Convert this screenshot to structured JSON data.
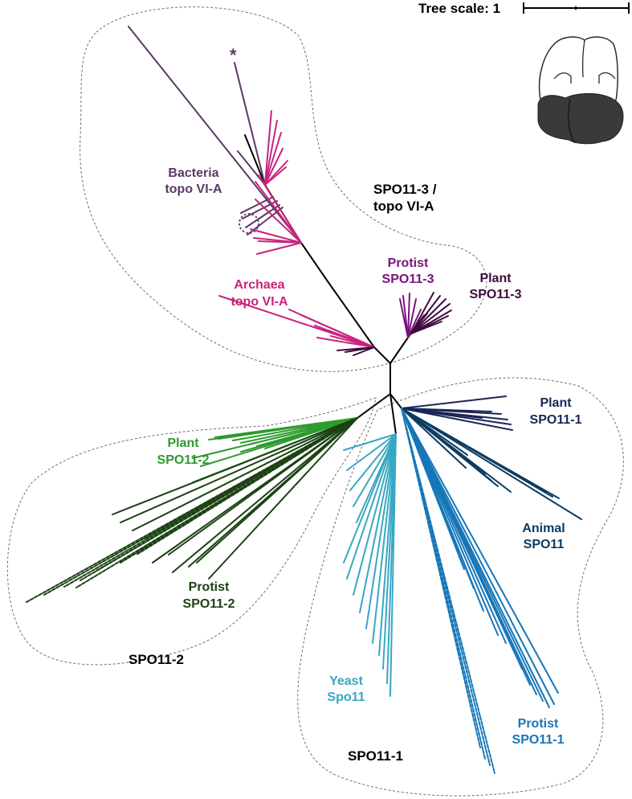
{
  "scale_bar": {
    "label": "Tree scale: 1"
  },
  "marker": {
    "asterisk": "*"
  },
  "groups": {
    "spo11_3": {
      "line1": "SPO11-3 /",
      "line2": "topo VI-A"
    },
    "spo11_2": {
      "label": "SPO11-2"
    },
    "spo11_1": {
      "label": "SPO11-1"
    }
  },
  "clades": [
    {
      "id": "bacteria",
      "line1": "Bacteria",
      "line2": "topo VI-A",
      "color": "#5a3a66"
    },
    {
      "id": "archaea",
      "line1": "Archaea",
      "line2": "topo VI-A",
      "color": "#c8237f"
    },
    {
      "id": "protist-spo11-3",
      "line1": "Protist",
      "line2": "SPO11-3",
      "color": "#7a137a"
    },
    {
      "id": "plant-spo11-3",
      "line1": "Plant",
      "line2": "SPO11-3",
      "color": "#3d0a3d"
    },
    {
      "id": "plant-spo11-1",
      "line1": "Plant",
      "line2": "SPO11-1",
      "color": "#1b2556"
    },
    {
      "id": "animal-spo11",
      "line1": "Animal",
      "line2": "SPO11",
      "color": "#0d3c61"
    },
    {
      "id": "plant-spo11-2",
      "line1": "Plant",
      "line2": "SPO11-2",
      "color": "#2e9a2e"
    },
    {
      "id": "protist-spo11-2",
      "line1": "Protist",
      "line2": "SPO11-2",
      "color": "#1c4214"
    },
    {
      "id": "yeast-spo11",
      "line1": "Yeast",
      "line2": "Spo11",
      "color": "#37a7c2"
    },
    {
      "id": "protist-spo11-1",
      "line1": "Protist",
      "line2": "SPO11-1",
      "color": "#1676b8"
    }
  ]
}
